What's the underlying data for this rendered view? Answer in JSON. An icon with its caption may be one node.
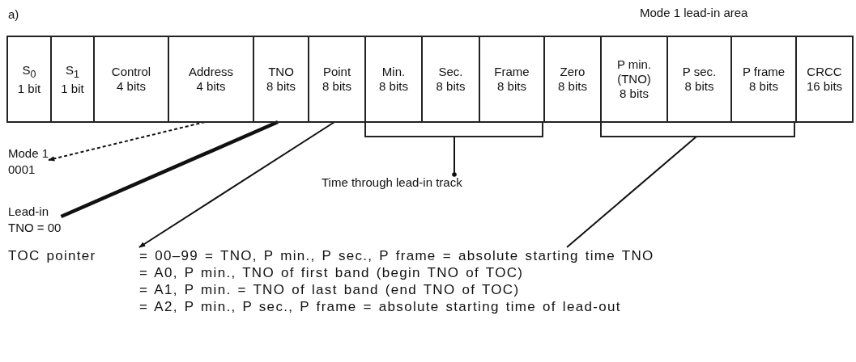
{
  "diagram": {
    "nodes": [
      {
        "text": [
          "S$_{0}$",
          "1 bit"
        ]
      },
      {
        "text": [
          "S$_{1}$",
          "1 bit"
        ]
      },
      {
        "text": [
          "Control",
          "4 bits"
        ]
      },
      {
        "text": [
          "Address",
          "4 bits"
        ]
      },
      {
        "text": [
          "TNO",
          "8 bits"
        ]
      },
      {
        "text": [
          "Point",
          "8 bits"
        ]
      },
      {
        "text": [
          "Min.",
          "8 bits"
        ]
      },
      {
        "text": [
          "Sec.",
          "8 bits"
        ]
      },
      {
        "text": [
          "Frame",
          "8 bits"
        ]
      },
      {
        "text": [
          "Zero",
          "8 bits"
        ]
      },
      {
        "text": [
          "P min. (TNO)",
          "8 bits"
        ]
      },
      {
        "text": [
          "P sec.",
          "8 bits"
        ]
      },
      {
        "text": [
          "P frame",
          "8 bits"
        ]
      },
      {
        "text": [
          "CRCC",
          "16 bits"
        ]
      },
      {
        "text": [],
        "shape": "bracket"
      },
      {
        "text": [],
        "shape": "bracket"
      },
      {
        "text": [
          "Mode 1",
          "0001"
        ]
      },
      {
        "text": [
          "Lead-in",
          "TNO = 00"
        ]
      },
      {
        "text": [
          "Time through lead-in track"
        ]
      },
      {
        "text": [
          "TOC pointer",
          "= 00–99 = TNO, P min., P sec., P frame = absolute starting time TNO",
          "= A0, P min., TNO of first band (begin TNO of TOC)",
          "= A1, P min. = TNO of last band (end TNO of TOC)",
          "= A2, P min., P sec., P frame = absolute starting time of lead-out"
        ]
      }
    ],
    "edges": [
      {
        "from": 3,
        "to": 16,
        "arrow": "to",
        "style": "dashed"
      },
      {
        "from": 4,
        "to": 17,
        "arrow": "none",
        "style": "thick"
      },
      {
        "from": 5,
        "to": 19,
        "arrow": "to"
      },
      {
        "from": 18,
        "to": 14,
        "arrow": "other"
      },
      {
        "from": 15,
        "to": 19,
        "arrow": "none"
      }
    ],
    "labels": [
      "a)",
      "Mode 1 lead-in area"
    ]
  }
}
